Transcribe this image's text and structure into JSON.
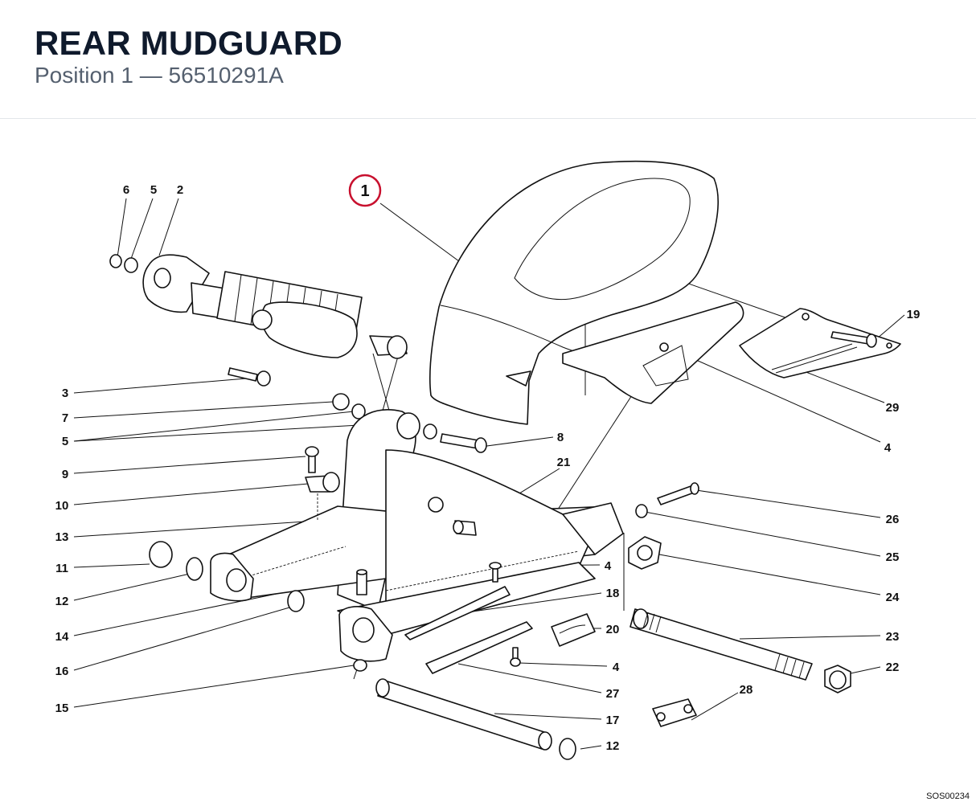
{
  "header": {
    "title": "REAR MUDGUARD",
    "subtitle": "Position 1 — 56510291A"
  },
  "diagram": {
    "highlight_color": "#c8102e",
    "highlighted_label": "1",
    "callouts": {
      "c1": "1",
      "c6": "6",
      "c5top": "5",
      "c2": "2",
      "c3": "3",
      "c7": "7",
      "c5": "5",
      "c9": "9",
      "c10": "10",
      "c13": "13",
      "c11": "11",
      "c12a": "12",
      "c14": "14",
      "c16": "16",
      "c15": "15",
      "c8": "8",
      "c21": "21",
      "c19": "19",
      "c29": "29",
      "c4a": "4",
      "c26": "26",
      "c25": "25",
      "c24": "24",
      "c4b": "4",
      "c18": "18",
      "c20": "20",
      "c23": "23",
      "c4c": "4",
      "c22": "22",
      "c27": "27",
      "c28": "28",
      "c17": "17",
      "c12b": "12"
    },
    "drawing_code": "SOS00234"
  }
}
